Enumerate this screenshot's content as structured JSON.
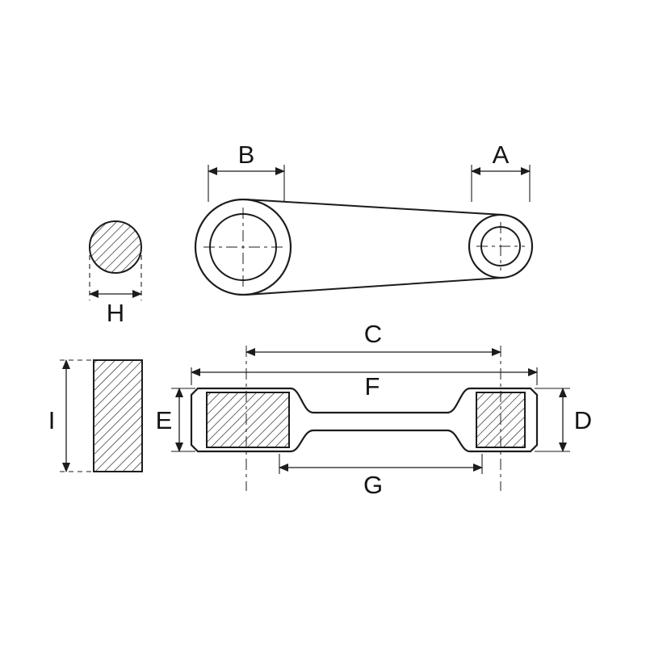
{
  "page": {
    "background_color": "#ffffff",
    "line_color": "#1c1c1c"
  },
  "drawing": {
    "type": "technical-dimension-diagram",
    "subject": "connecting-rod",
    "dimensions": {
      "a": "A",
      "b": "B",
      "c": "C",
      "d": "D",
      "e": "E",
      "f": "F",
      "g": "G",
      "h": "H",
      "i": "I"
    }
  }
}
